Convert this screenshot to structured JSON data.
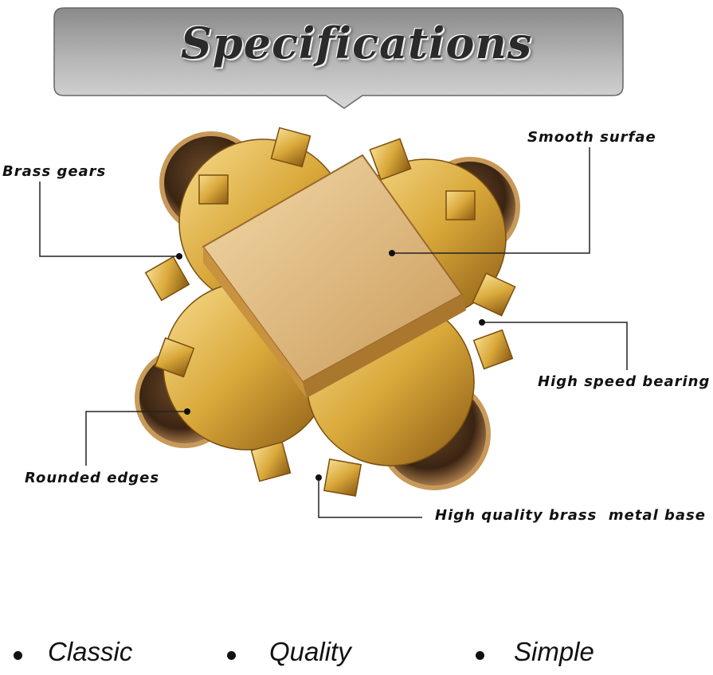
{
  "title": "Specifications",
  "callouts": {
    "smooth_surface": "Smooth surfae",
    "brass_gears": "Brass gears",
    "high_speed_bearing": "High speed bearing",
    "rounded_edges": "Rounded edges",
    "brass_base": "High quality brass  metal base"
  },
  "features": [
    "Classic",
    "Quality",
    "Simple"
  ],
  "colors": {
    "banner": "#9a9a9a",
    "gold": "#d9a83a",
    "text": "#111111"
  }
}
